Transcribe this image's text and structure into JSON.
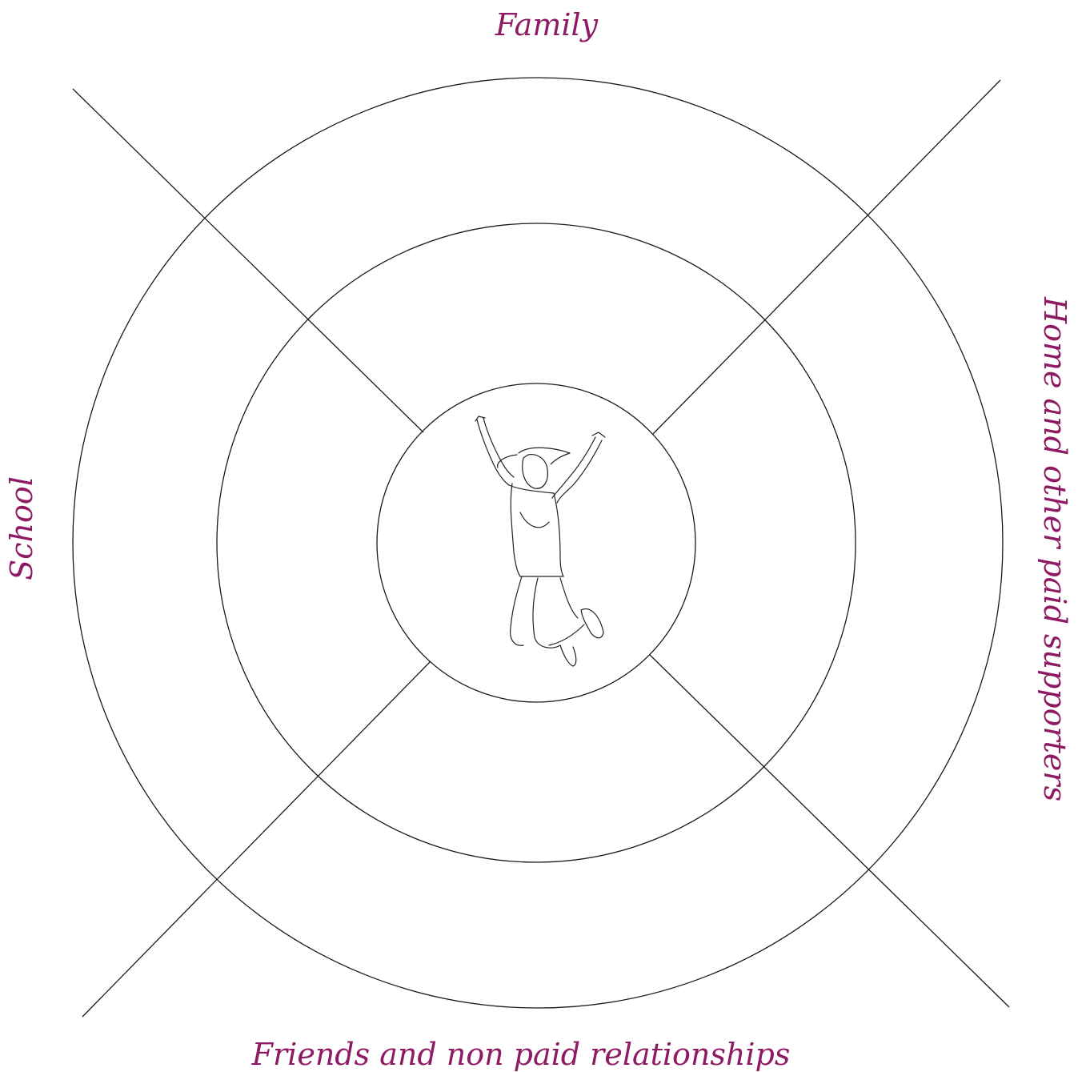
{
  "diagram": {
    "labels": {
      "top": "Family",
      "left": "School",
      "right": "Home and other paid supporters",
      "bottom": "Friends and non paid relationships"
    },
    "ring_count": 3,
    "center_figure": "jumping-person-illustration",
    "colors": {
      "label": "#8e1a63",
      "lines": "#1a1a1a"
    }
  }
}
